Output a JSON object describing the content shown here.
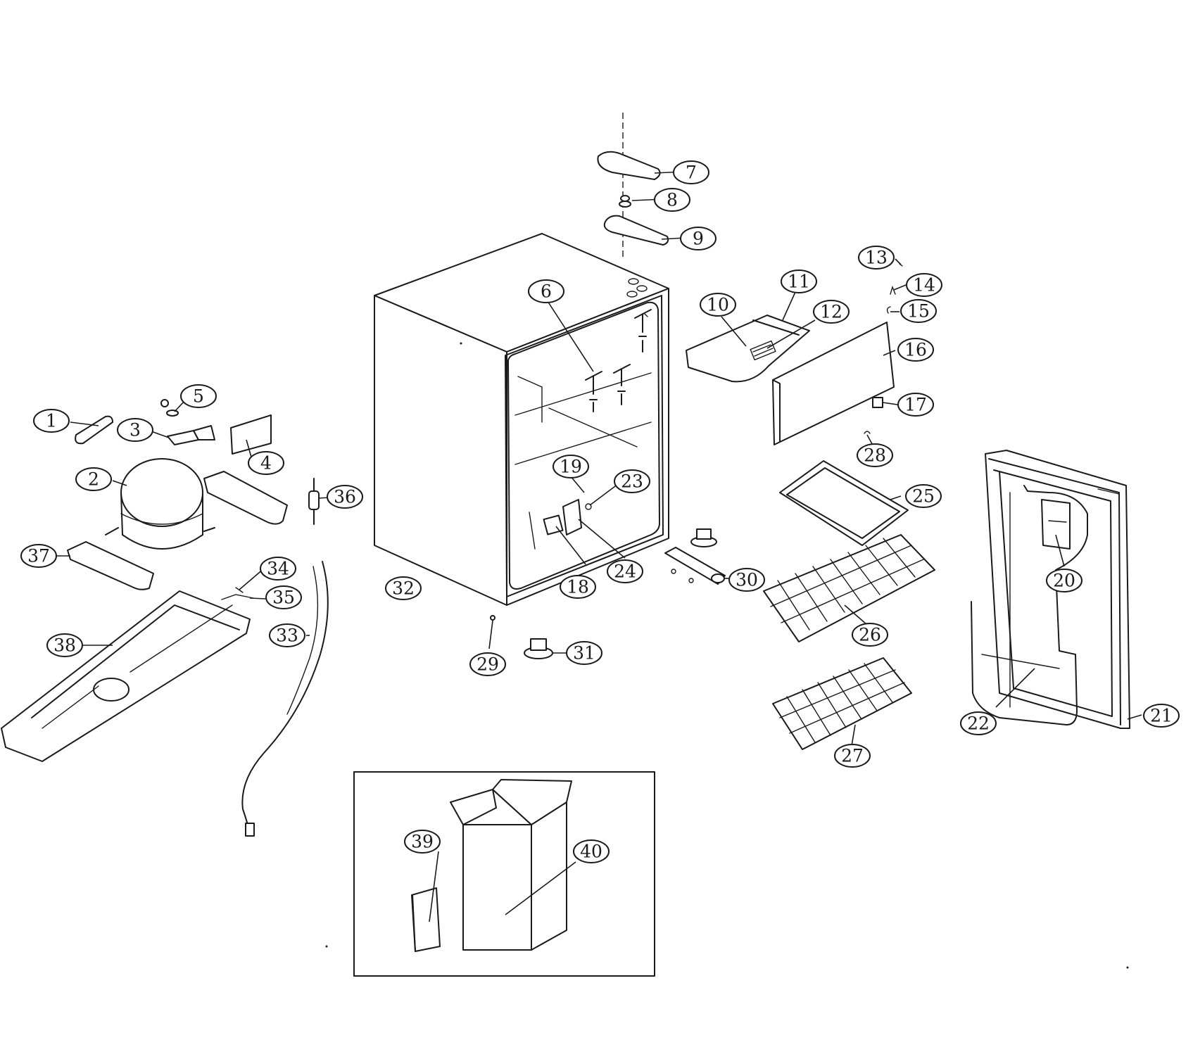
{
  "callouts": [
    {
      "id": "1",
      "label": "1"
    },
    {
      "id": "2",
      "label": "2"
    },
    {
      "id": "3",
      "label": "3"
    },
    {
      "id": "4",
      "label": "4"
    },
    {
      "id": "5",
      "label": "5"
    },
    {
      "id": "6",
      "label": "6"
    },
    {
      "id": "7",
      "label": "7"
    },
    {
      "id": "8",
      "label": "8"
    },
    {
      "id": "9",
      "label": "9"
    },
    {
      "id": "10",
      "label": "10"
    },
    {
      "id": "11",
      "label": "11"
    },
    {
      "id": "12",
      "label": "12"
    },
    {
      "id": "13",
      "label": "13"
    },
    {
      "id": "14",
      "label": "14"
    },
    {
      "id": "15",
      "label": "15"
    },
    {
      "id": "16",
      "label": "16"
    },
    {
      "id": "17",
      "label": "17"
    },
    {
      "id": "18",
      "label": "18"
    },
    {
      "id": "19",
      "label": "19"
    },
    {
      "id": "20",
      "label": "20"
    },
    {
      "id": "21",
      "label": "21"
    },
    {
      "id": "22",
      "label": "22"
    },
    {
      "id": "23",
      "label": "23"
    },
    {
      "id": "24",
      "label": "24"
    },
    {
      "id": "25",
      "label": "25"
    },
    {
      "id": "26",
      "label": "26"
    },
    {
      "id": "27",
      "label": "27"
    },
    {
      "id": "28",
      "label": "28"
    },
    {
      "id": "29",
      "label": "29"
    },
    {
      "id": "30",
      "label": "30"
    },
    {
      "id": "31",
      "label": "31"
    },
    {
      "id": "32",
      "label": "32"
    },
    {
      "id": "33",
      "label": "33"
    },
    {
      "id": "34",
      "label": "34"
    },
    {
      "id": "35",
      "label": "35"
    },
    {
      "id": "36",
      "label": "36"
    },
    {
      "id": "37",
      "label": "37"
    },
    {
      "id": "38",
      "label": "38"
    },
    {
      "id": "39",
      "label": "39"
    },
    {
      "id": "40",
      "label": "40"
    }
  ]
}
